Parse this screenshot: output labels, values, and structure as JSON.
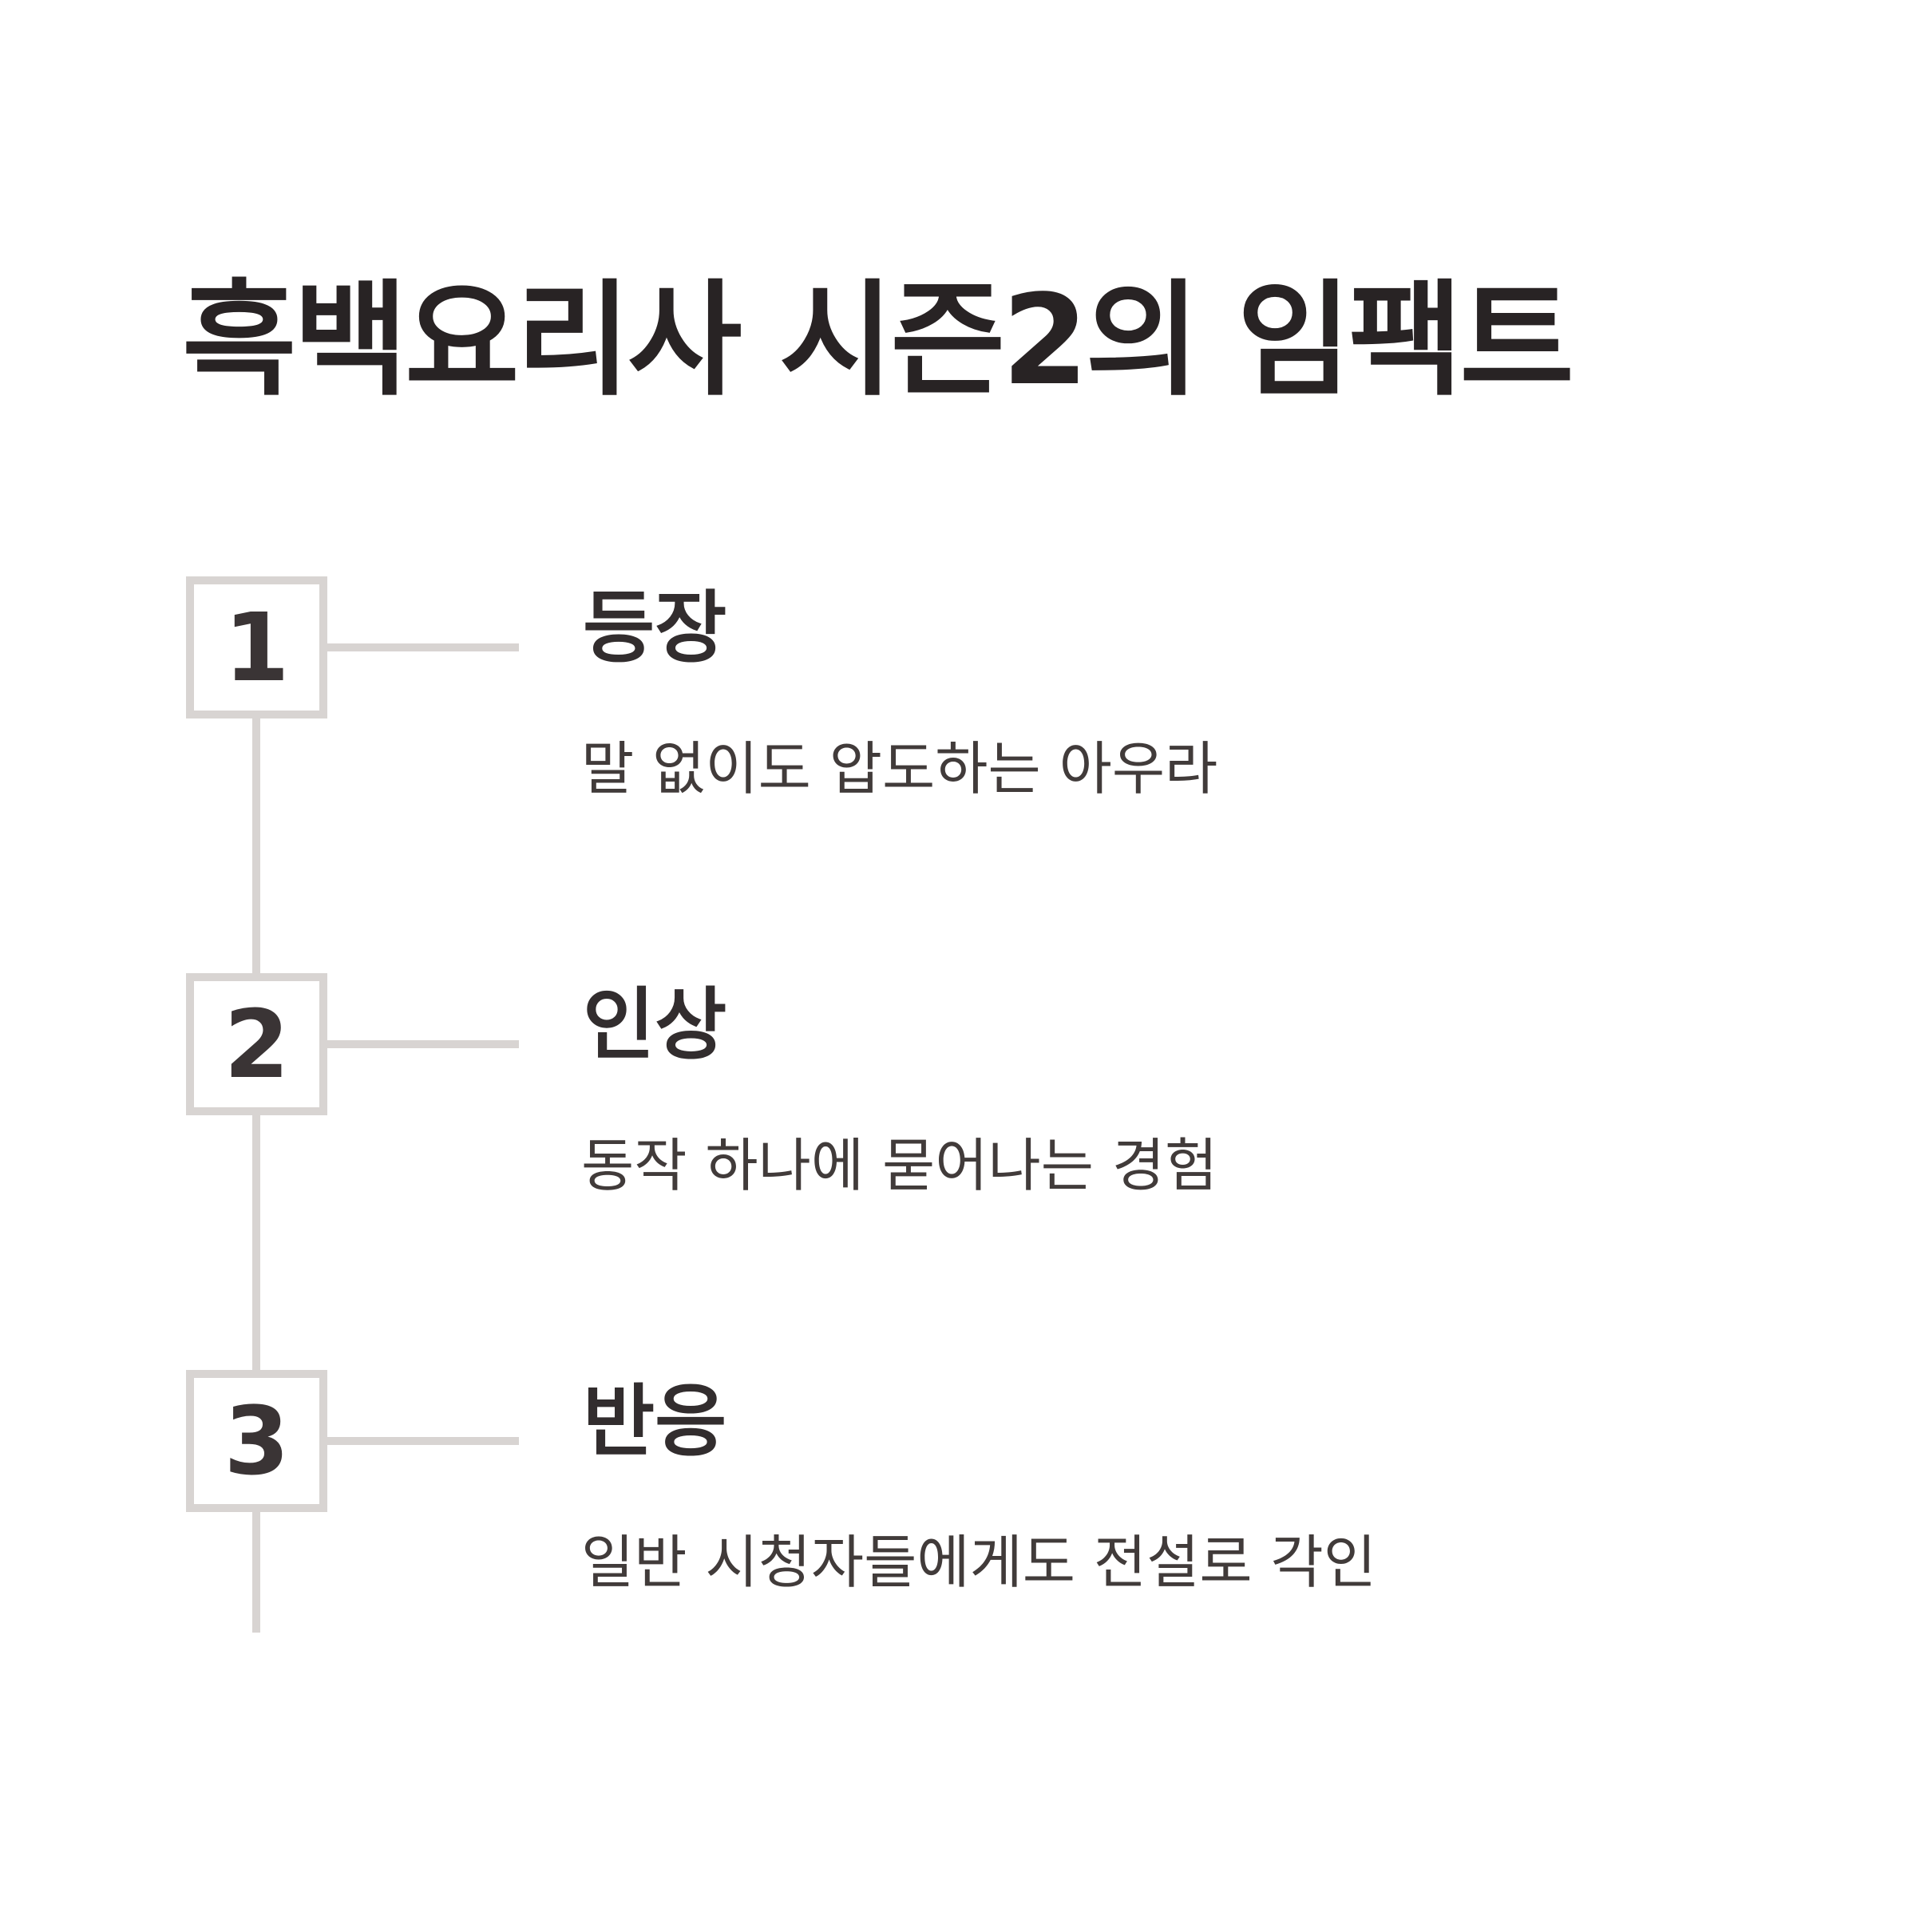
{
  "page": {
    "title": "흑백요리사 시즌2의 임팩트"
  },
  "colors": {
    "bg": "#ffffff",
    "line": "#d8d4d2",
    "title": "#282324",
    "number": "#3a3435",
    "heading": "#322d2e",
    "desc": "#413b3a"
  },
  "items": [
    {
      "number": "1",
      "heading": "등장",
      "description": "말 없이도 압도하는 아우라"
    },
    {
      "number": "2",
      "heading": "인상",
      "description": "동작 하나에 묻어나는 경험"
    },
    {
      "number": "3",
      "heading": "반응",
      "description": "일반 시청자들에게도 전설로 각인"
    }
  ]
}
